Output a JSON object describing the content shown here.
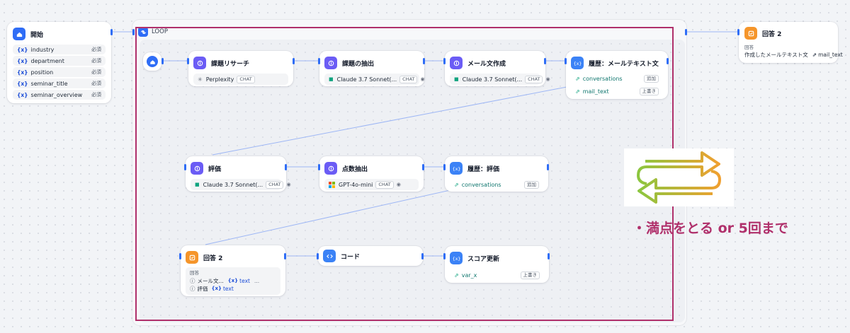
{
  "start": {
    "title": "開始",
    "vars": [
      {
        "name": "industry",
        "badge": "必須"
      },
      {
        "name": "department",
        "badge": "必須"
      },
      {
        "name": "position",
        "badge": "必須"
      },
      {
        "name": "seminar_title",
        "badge": "必須"
      },
      {
        "name": "seminar_overview",
        "badge": "必須"
      }
    ]
  },
  "loop": {
    "label": "LOOP"
  },
  "answer_outer": {
    "title": "回答 2",
    "label": "回答",
    "text": "作成したメールテキスト文",
    "var": "mail_text"
  },
  "nodes": {
    "research": {
      "title": "課題リサーチ",
      "model": "Perplexity",
      "tag": "CHAT"
    },
    "extract": {
      "title": "課題の抽出",
      "model": "Claude 3.7 Sonnet(...",
      "tag": "CHAT"
    },
    "mail": {
      "title": "メール文作成",
      "model": "Claude 3.7 Sonnet(...",
      "tag": "CHAT"
    },
    "history_mail": {
      "title": "履歴：メールテキスト文",
      "rows": [
        {
          "name": "conversations",
          "badge": "追加"
        },
        {
          "name": "mail_text",
          "badge": "上書き"
        }
      ]
    },
    "eval": {
      "title": "評価",
      "model": "Claude 3.7 Sonnet(...",
      "tag": "CHAT"
    },
    "score": {
      "title": "点数抽出",
      "model": "GPT-4o-mini",
      "tag": "CHAT"
    },
    "history_eval": {
      "title": "履歴：評価",
      "rows": [
        {
          "name": "conversations",
          "badge": "追加"
        }
      ]
    },
    "answer_inner": {
      "title": "回答 2",
      "label": "回答",
      "line1_label": "メール文...",
      "line1_var": "text",
      "line1_more": "...",
      "line2_label": "評価",
      "line2_var": "text"
    },
    "code": {
      "title": "コード"
    },
    "score_update": {
      "title": "スコア更新",
      "rows": [
        {
          "name": "var_x",
          "badge": "上書き"
        }
      ]
    }
  },
  "annotation": {
    "text": "・満点をとる or 5回まで"
  },
  "colors": {
    "accent": "#2f6df6",
    "frame": "#b0306b",
    "annotation": "#b0306b"
  }
}
